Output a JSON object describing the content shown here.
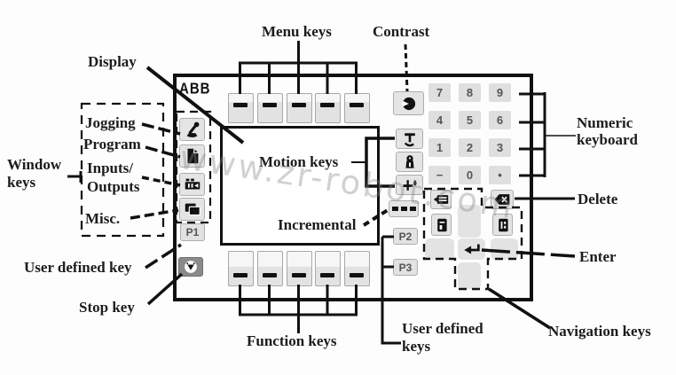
{
  "watermark": "www.zr-robot.com",
  "logo": "ABB",
  "labels": {
    "display": "Display",
    "menu_keys": "Menu keys",
    "contrast": "Contrast",
    "numeric_line1": "Numeric",
    "numeric_line2": "keyboard",
    "window_line1": "Window",
    "window_line2": "keys",
    "jogging": "Jogging",
    "program": "Program",
    "inputs_line1": "Inputs/",
    "inputs_line2": "Outputs",
    "misc": "Misc.",
    "user_defined_key": "User defined key",
    "stop_key": "Stop key",
    "function_keys": "Function keys",
    "motion_keys": "Motion keys",
    "incremental": "Incremental",
    "delete": "Delete",
    "enter": "Enter",
    "navigation_keys": "Navigation keys",
    "udk_line1": "User defined",
    "udk_line2": "keys"
  },
  "keys": {
    "p1": "P1",
    "p2": "P2",
    "p3": "P3"
  },
  "keypad": {
    "rows": [
      [
        "7",
        "8",
        "9"
      ],
      [
        "4",
        "5",
        "6"
      ],
      [
        "1",
        "2",
        "3"
      ],
      [
        "−",
        "0",
        "•"
      ]
    ]
  },
  "icons": {
    "jogging-icon": "joystick",
    "program-icon": "document-page",
    "inputs-outputs-icon": "io-connector",
    "misc-icon": "overlapping-windows",
    "stop-icon": "circle-with-triangle",
    "contrast-icon": "half-moon-circle",
    "axis-motion-icon": "joint-axis",
    "reorient-motion-icon": "reorient-tool",
    "linear-motion-icon": "linear-tool-drop",
    "incremental-icon": "three-dashes",
    "menu-key-icon": "horizontal-bar",
    "function-key-icon": "horizontal-bar",
    "list-icon": "list-with-arrow",
    "page-icon": "filled-page",
    "page-lines-icon": "filled-page-lines",
    "delete-icon": "backspace-x",
    "enter-icon": "return-arrow"
  },
  "colors": {
    "line": "#111111",
    "key_gray": "#e4e4e4",
    "text": "#1c1c1c"
  }
}
